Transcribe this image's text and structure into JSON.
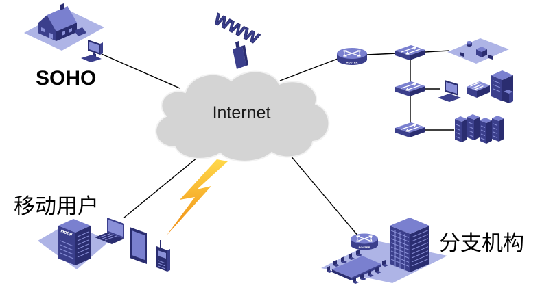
{
  "cloud": {
    "label": "Internet"
  },
  "soho": {
    "label": "SOHO"
  },
  "web": {
    "text": "www"
  },
  "mobile": {
    "label": "移动用户",
    "hotel_sign": "Hotel"
  },
  "branch": {
    "label": "分支机构"
  },
  "icons": {
    "router_text": "ROUTER",
    "names": [
      "house-icon",
      "computer-icon",
      "www-icon",
      "router-icon",
      "switch-icon",
      "server-rack-icon",
      "hotel-icon",
      "laptop-icon",
      "tablet-icon",
      "mobile-phone-icon",
      "lightning-icon",
      "office-building-icon",
      "conference-table-icon"
    ]
  },
  "colors": {
    "icon_light": "#7a80cf",
    "icon_mid": "#3b3f8c",
    "icon_dark": "#2a2d70",
    "screen": "#8a90d8",
    "platform": "#aeb4e6",
    "cloud": "#d4d4d4",
    "link": "#000000",
    "bolt": "#f5a623"
  }
}
